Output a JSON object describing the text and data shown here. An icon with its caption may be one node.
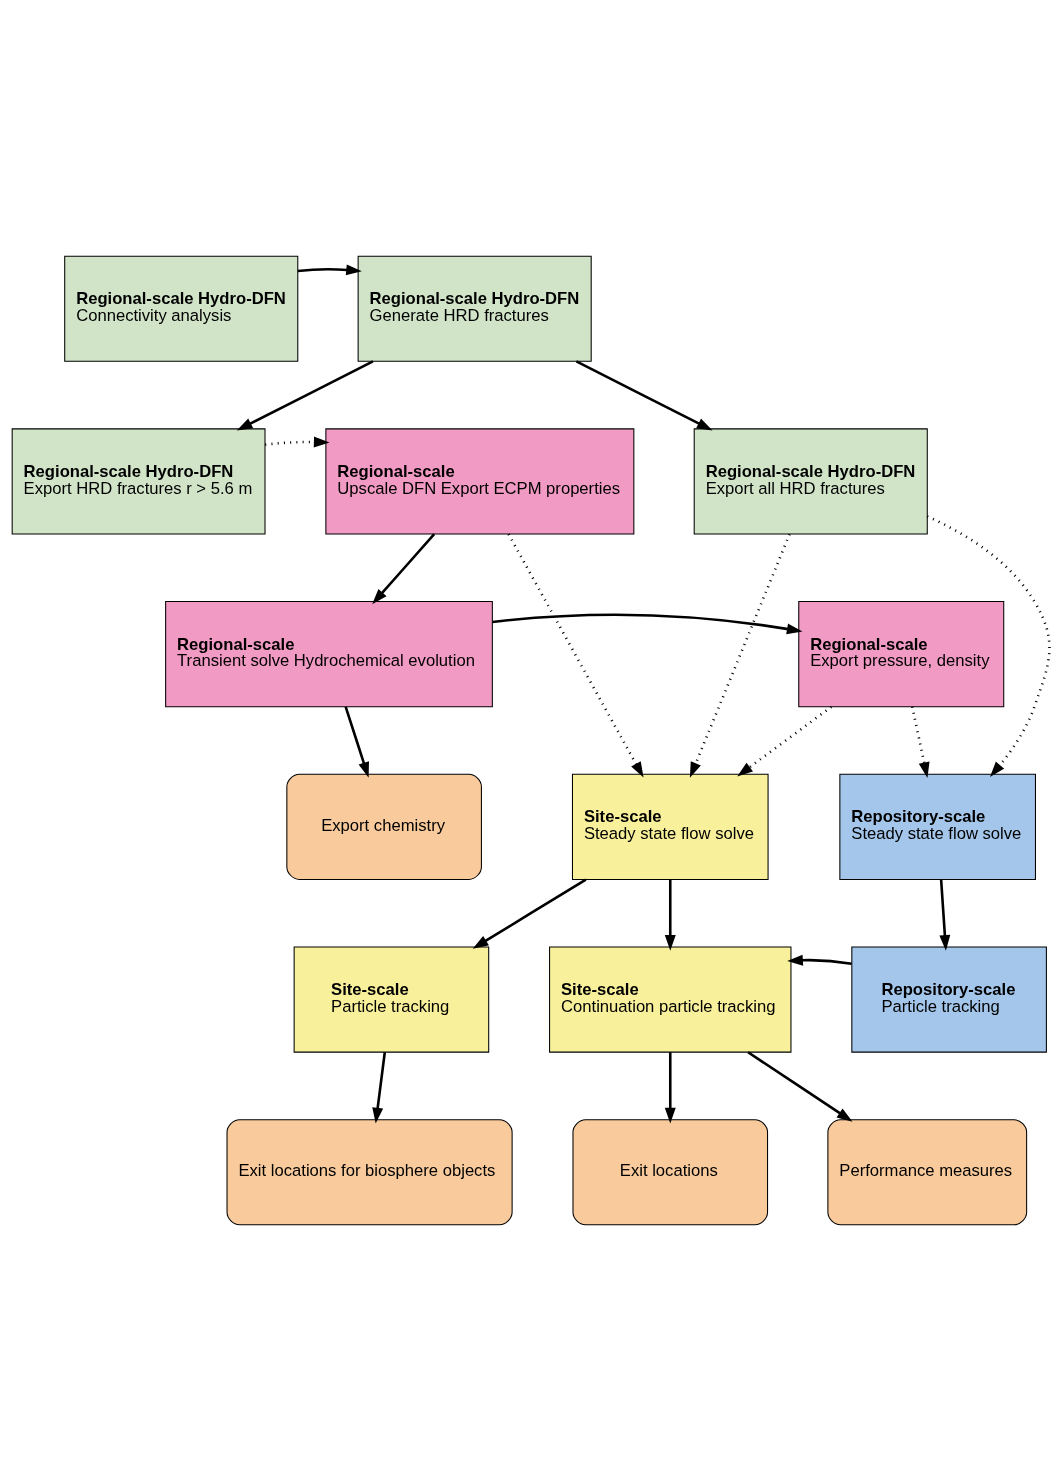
{
  "diagram": {
    "nodes": [
      {
        "text": [
          "Regional-scale Hydro-DFN",
          "Connectivity analysis"
        ]
      },
      {
        "text": [
          "Regional-scale Hydro-DFN",
          "Generate HRD fractures"
        ]
      },
      {
        "text": [
          "Regional-scale",
          "Upscale DFN Export ECPM properties"
        ]
      },
      {
        "text": [
          "Regional-scale Hydro-DFN",
          "Export HRD fractures r > 5.6 m"
        ]
      },
      {
        "text": [
          "Regional-scale Hydro-DFN",
          "Export all HRD fractures"
        ]
      },
      {
        "text": [
          "Regional-scale",
          "Transient solve Hydrochemical evolution"
        ]
      },
      {
        "text": [
          "Regional-scale",
          "Export pressure, density"
        ]
      },
      {
        "text": [
          "Export chemistry"
        ]
      },
      {
        "text": [
          "Site-scale",
          "Steady state flow solve"
        ]
      },
      {
        "text": [
          "Repository-scale",
          "Steady state flow solve"
        ]
      },
      {
        "text": [
          "Site-scale",
          "Particle tracking"
        ]
      },
      {
        "text": [
          "Site-scale",
          "Continuation particle tracking"
        ]
      },
      {
        "text": [
          "Repository-scale",
          "Particle tracking"
        ]
      },
      {
        "text": [
          "Exit locations for biosphere objects"
        ]
      },
      {
        "text": [
          "Exit locations"
        ]
      },
      {
        "text": [
          "Performance measures"
        ]
      }
    ],
    "edges": [
      {
        "from": 0,
        "to": 1,
        "arrow": "to"
      },
      {
        "from": 1,
        "to": 3,
        "arrow": "to"
      },
      {
        "from": 1,
        "to": 4,
        "arrow": "to"
      },
      {
        "from": 3,
        "to": 2,
        "arrow": "to",
        "style": "dashed"
      },
      {
        "from": 2,
        "to": 5,
        "arrow": "to"
      },
      {
        "from": 2,
        "to": 8,
        "arrow": "to",
        "style": "dashed"
      },
      {
        "from": 4,
        "to": 8,
        "arrow": "to",
        "style": "dashed"
      },
      {
        "from": 4,
        "to": 9,
        "arrow": "to",
        "style": "dashed"
      },
      {
        "from": 5,
        "to": 6,
        "arrow": "to"
      },
      {
        "from": 5,
        "to": 7,
        "arrow": "to"
      },
      {
        "from": 6,
        "to": 8,
        "arrow": "to",
        "style": "dashed"
      },
      {
        "from": 6,
        "to": 9,
        "arrow": "to",
        "style": "dashed"
      },
      {
        "from": 8,
        "to": 10,
        "arrow": "to"
      },
      {
        "from": 8,
        "to": 11,
        "arrow": "to"
      },
      {
        "from": 9,
        "to": 12,
        "arrow": "to"
      },
      {
        "from": 12,
        "to": 11,
        "arrow": "to"
      },
      {
        "from": 10,
        "to": 13,
        "arrow": "to"
      },
      {
        "from": 11,
        "to": 14,
        "arrow": "to"
      },
      {
        "from": 11,
        "to": 15,
        "arrow": "to"
      }
    ]
  }
}
